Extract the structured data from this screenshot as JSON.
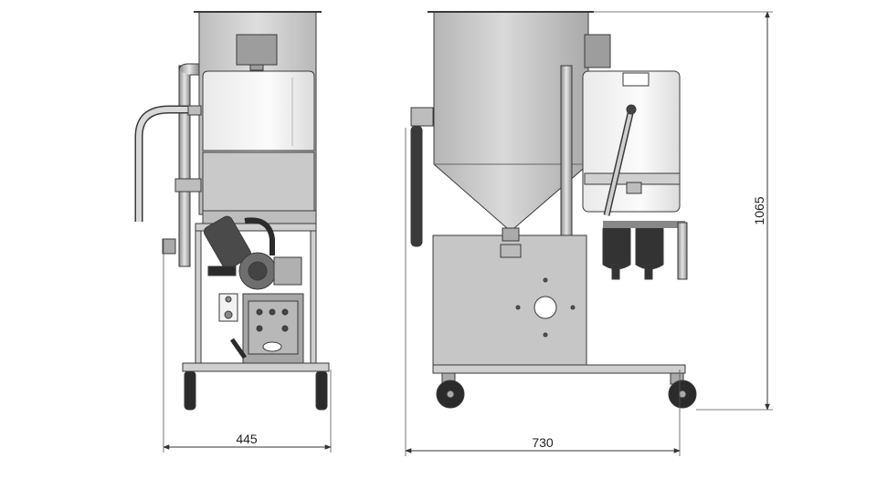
{
  "dimensions": {
    "front_width": "445",
    "side_length": "730",
    "height": "1065"
  },
  "colors": {
    "steel": "#cfcfcf",
    "steel_dark": "#9a9a9a",
    "line": "#3a3a3a",
    "tank_white": "#f3f3f3",
    "rubber": "#2b2b2b"
  }
}
